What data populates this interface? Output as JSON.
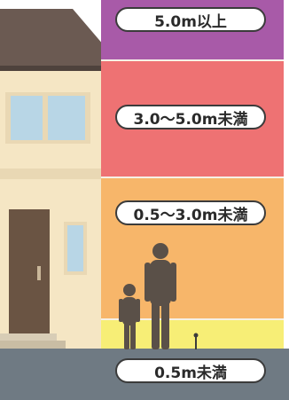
{
  "levels": {
    "top": "5.0m以上",
    "upper": "3.0～5.0m未満",
    "middle": "0.5～3.0m未満",
    "ground": "0.5m未満"
  },
  "colors": {
    "top": "#a85aa8",
    "upper": "#ee7273",
    "middle": "#f7b66a",
    "low": "#f7ee76",
    "ground": "#6f7a83",
    "house_wall": "#f5e6c4",
    "roof": "#6b5a52",
    "door": "#6a5443",
    "silhouette": "#5a5048"
  }
}
